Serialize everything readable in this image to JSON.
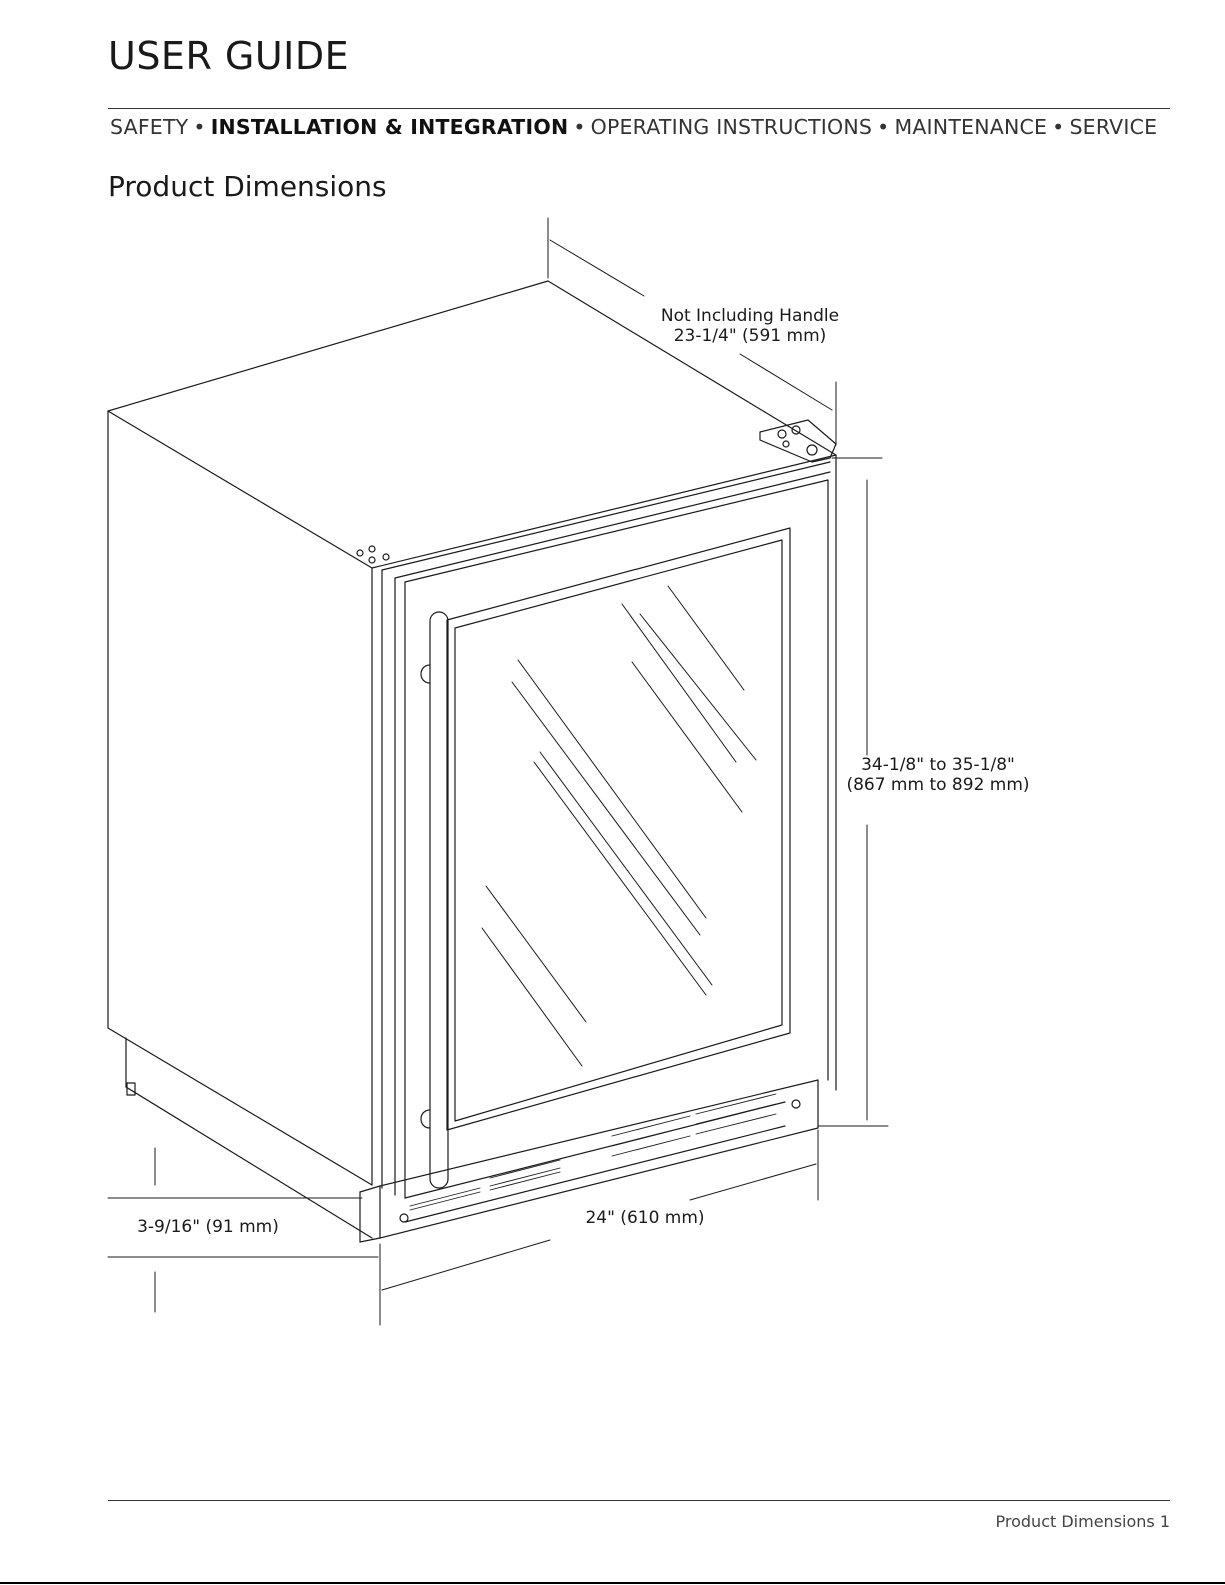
{
  "header": {
    "title": "USER GUIDE",
    "nav": [
      {
        "label": "SAFETY",
        "active": false
      },
      {
        "label": "INSTALLATION & INTEGRATION",
        "active": true
      },
      {
        "label": "OPERATING INSTRUCTIONS",
        "active": false
      },
      {
        "label": "MAINTENANCE",
        "active": false
      },
      {
        "label": "SERVICE",
        "active": false
      }
    ],
    "separator": "•"
  },
  "section": {
    "title": "Product Dimensions"
  },
  "dimensions": {
    "depth_note": "Not Including Handle",
    "depth": "23-1/4\" (591 mm)",
    "height_line1": "34-1/8\" to 35-1/8\"",
    "height_line2": "(867 mm to 892 mm)",
    "width": "24\" (610 mm)",
    "toe_kick": "3-9/16\" (91 mm)"
  },
  "footer": {
    "page_label": "Product Dimensions 1"
  }
}
